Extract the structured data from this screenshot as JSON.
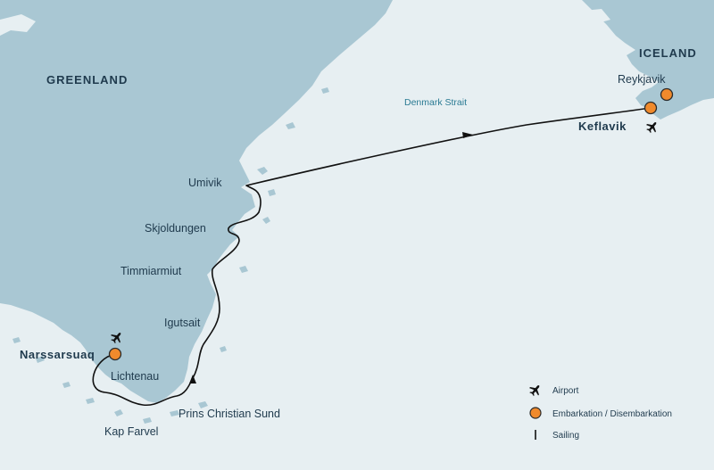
{
  "colors": {
    "sea": "#e7eff2",
    "land": "#a9c7d3",
    "route": "#111111",
    "port_fill": "#f08a2c",
    "port_stroke": "#2b2b2b",
    "label": "#1f3a4d",
    "water_label": "#2a7a93"
  },
  "regions": {
    "greenland": "GREENLAND",
    "iceland": "ICELAND"
  },
  "water": {
    "denmark_strait": "Denmark Strait"
  },
  "places": {
    "reykjavik": "Reykjavik",
    "keflavik": "Keflavik",
    "umivik": "Umivik",
    "skjoldungen": "Skjoldungen",
    "timmiarmiut": "Timmiarmiut",
    "igutsait": "Igutsait",
    "narssarsuaq": "Narssarsuaq",
    "lichtenau": "Lichtenau",
    "prins_christian_sund": "Prins Christian Sund",
    "kap_farvel": "Kap Farvel"
  },
  "icons": {
    "airport": "airplane-icon",
    "port": "orange-circle-marker",
    "sailing": "route-line"
  },
  "legend": {
    "airport": "Airport",
    "embarkation": "Embarkation / Disembarkation",
    "sailing": "Sailing"
  }
}
